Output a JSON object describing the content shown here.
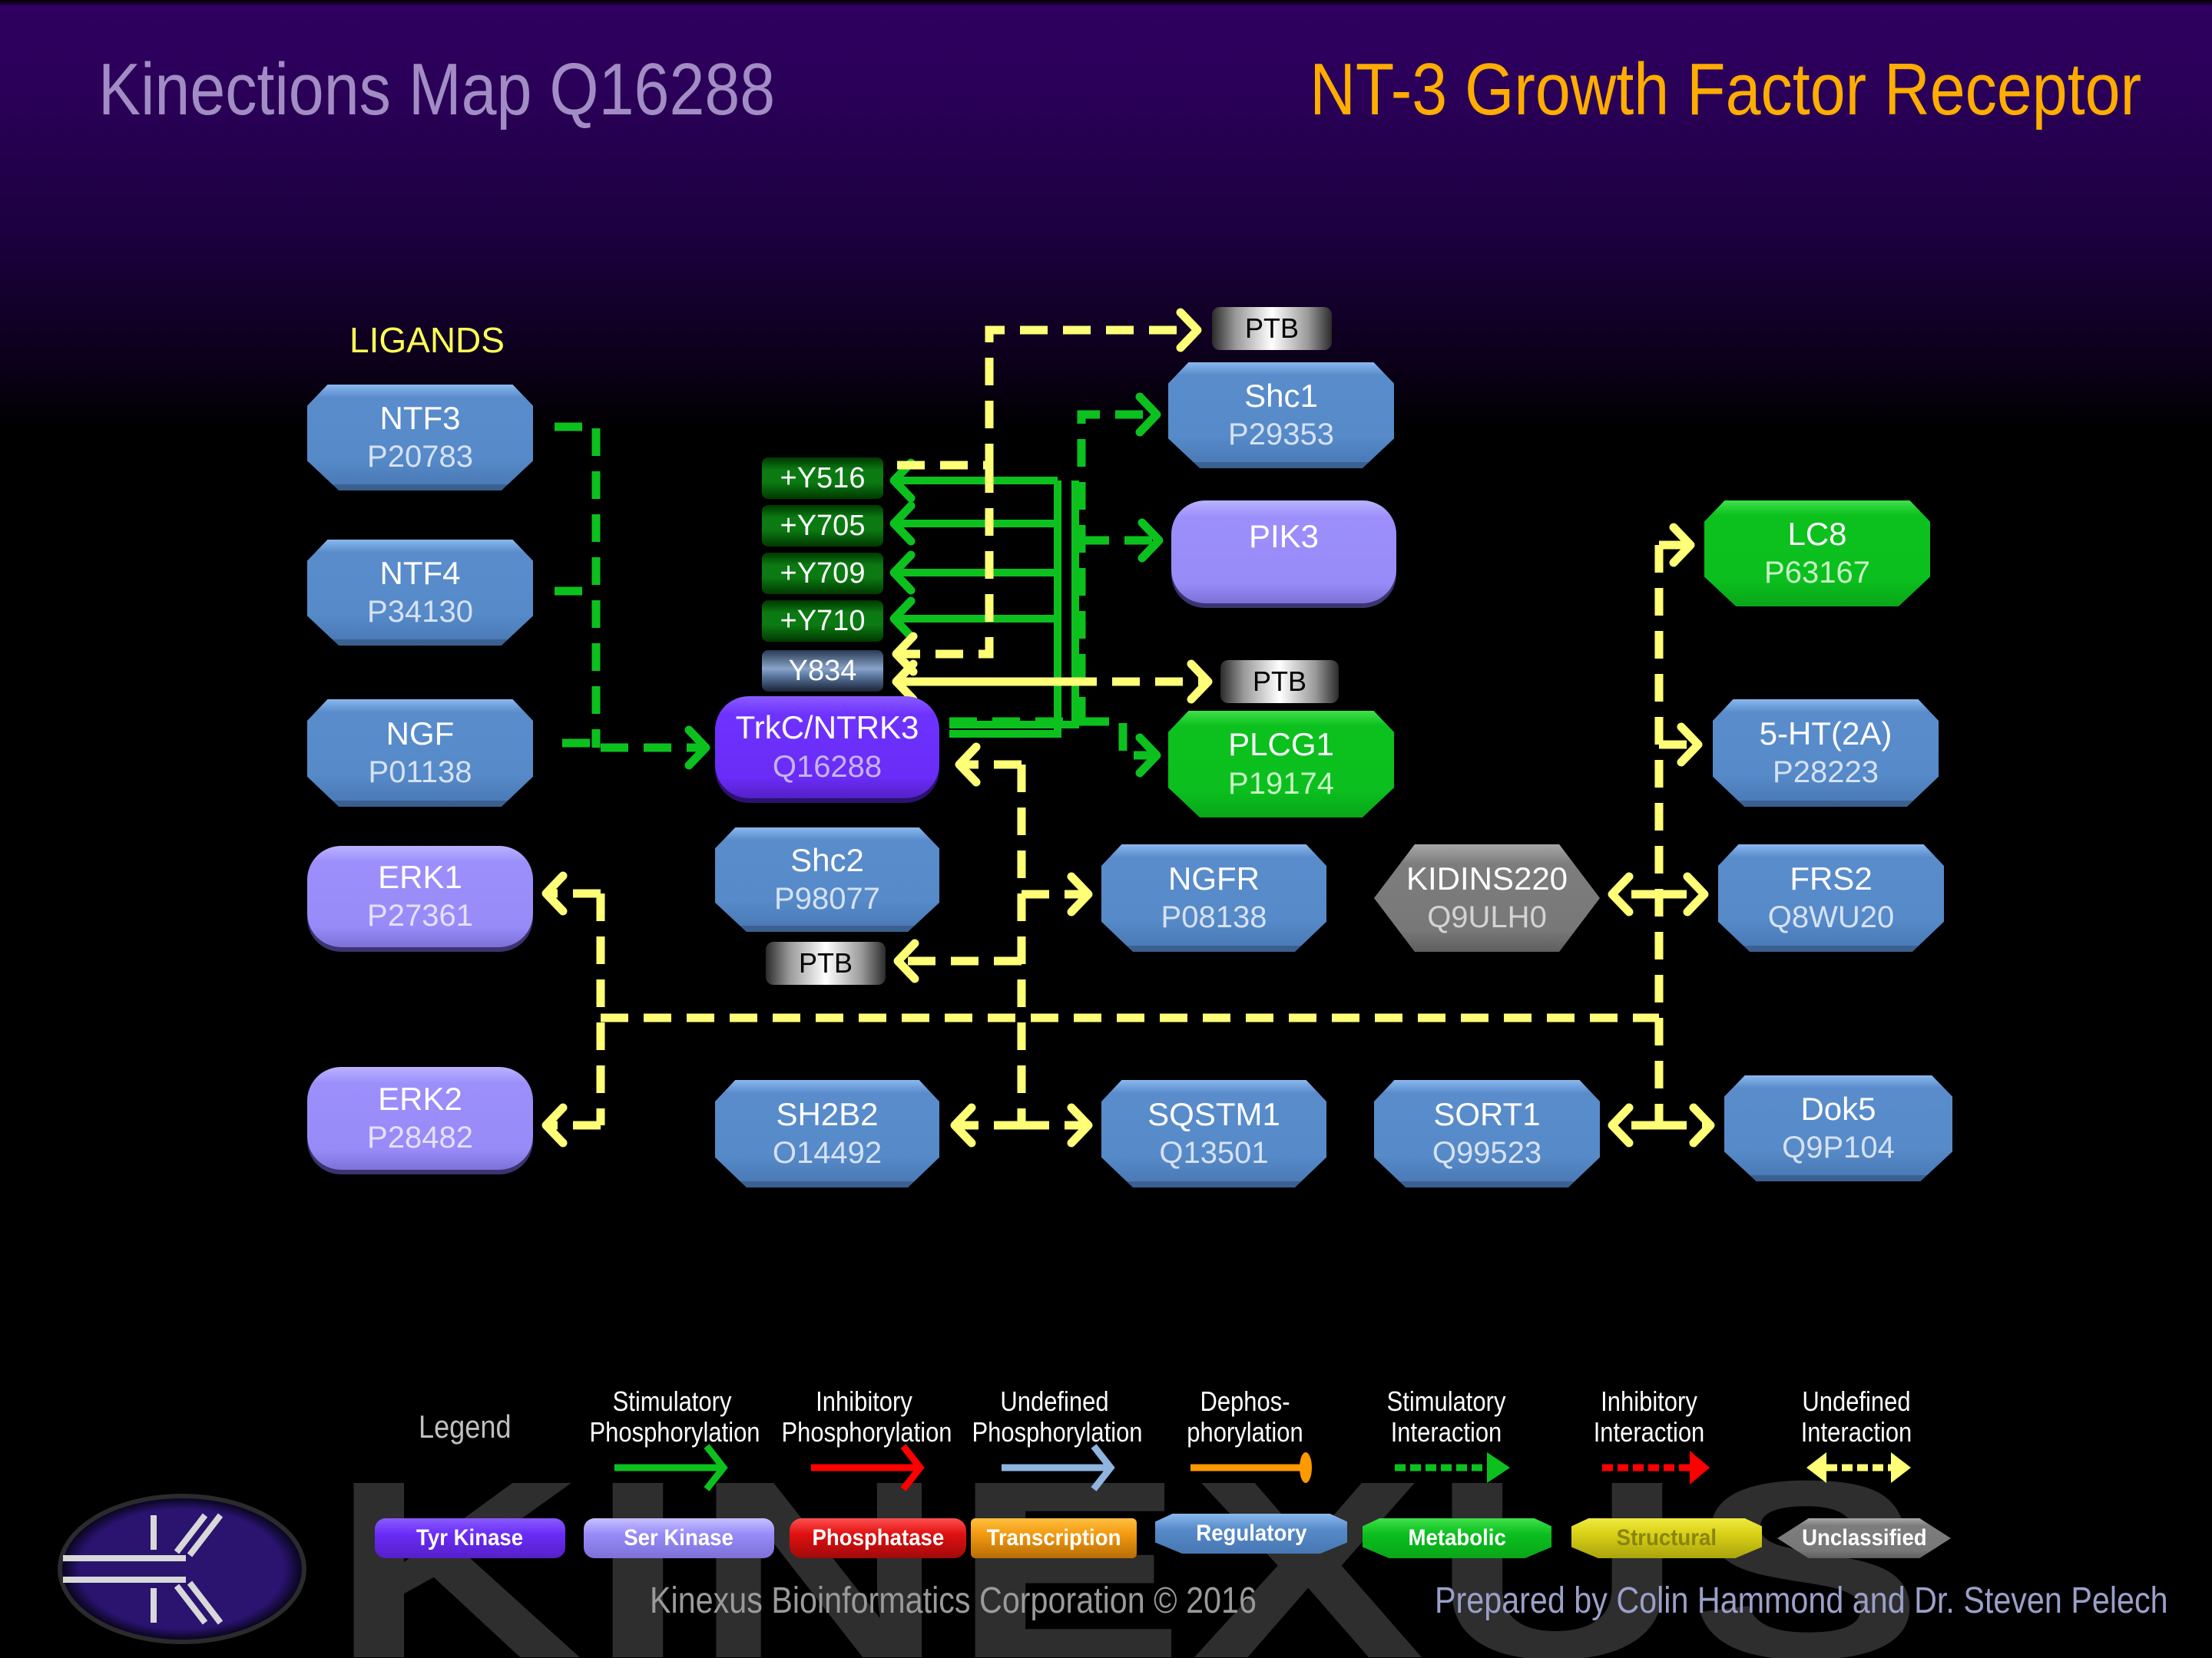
{
  "header": {
    "title": "Kinections Map Q16288",
    "subtitle": "NT-3 Growth Factor Receptor"
  },
  "ligands_label": "LIGANDS",
  "colors": {
    "stimulatory": "#0cc11e",
    "inhibitory": "#ff0000",
    "undefined_phos": "#8fb4df",
    "dephos": "#ff9900",
    "undefined_interaction": "#ffff77",
    "title_left": "#a28cc4",
    "title_right": "#ffad00"
  },
  "nodes": {
    "ntf3": {
      "name": "NTF3",
      "acc": "P20783",
      "category": "Regulatory"
    },
    "ntf4": {
      "name": "NTF4",
      "acc": "P34130",
      "category": "Regulatory"
    },
    "ngf": {
      "name": "NGF",
      "acc": "P01138",
      "category": "Regulatory"
    },
    "erk1": {
      "name": "ERK1",
      "acc": "P27361",
      "category": "Ser Kinase"
    },
    "erk2": {
      "name": "ERK2",
      "acc": "P28482",
      "category": "Ser Kinase"
    },
    "trkc": {
      "name": "TrkC/NTRK3",
      "acc": "Q16288",
      "category": "Tyr Kinase"
    },
    "shc2": {
      "name": "Shc2",
      "acc": "P98077",
      "category": "Regulatory"
    },
    "sh2b2": {
      "name": "SH2B2",
      "acc": "O14492",
      "category": "Regulatory"
    },
    "ngfr": {
      "name": "NGFR",
      "acc": "P08138",
      "category": "Regulatory"
    },
    "sqstm1": {
      "name": "SQSTM1",
      "acc": "Q13501",
      "category": "Regulatory"
    },
    "shc1": {
      "name": "Shc1",
      "acc": "P29353",
      "category": "Regulatory"
    },
    "pik3": {
      "name": "PIK3",
      "acc": "",
      "category": "Ser Kinase"
    },
    "plcg1": {
      "name": "PLCG1",
      "acc": "P19174",
      "category": "Metabolic"
    },
    "lc8": {
      "name": "LC8",
      "acc": "P63167",
      "category": "Metabolic"
    },
    "ht2a": {
      "name": "5-HT(2A)",
      "acc": "P28223",
      "category": "Regulatory"
    },
    "frs2": {
      "name": "FRS2",
      "acc": "Q8WU20",
      "category": "Regulatory"
    },
    "kidins220": {
      "name": "KIDINS220",
      "acc": "Q9ULH0",
      "category": "Unclassified"
    },
    "sort1": {
      "name": "SORT1",
      "acc": "Q99523",
      "category": "Regulatory"
    },
    "dok5": {
      "name": "Dok5",
      "acc": "Q9P104",
      "category": "Regulatory"
    }
  },
  "sites": [
    {
      "label": "+Y516",
      "phosphorylated": true
    },
    {
      "label": "+Y705",
      "phosphorylated": true
    },
    {
      "label": "+Y709",
      "phosphorylated": true
    },
    {
      "label": "+Y710",
      "phosphorylated": true
    },
    {
      "label": "Y834",
      "phosphorylated": false
    }
  ],
  "domains": {
    "ptb_top": "PTB",
    "ptb_mid": "PTB",
    "ptb_shc2": "PTB"
  },
  "legend": {
    "title": "Legend",
    "arrows": [
      {
        "label": "Stimulatory\nPhosphorylation",
        "line1": "Stimulatory",
        "line2": "Phosphorylation"
      },
      {
        "label": "Inhibitory\nPhosphorylation",
        "line1": "Inhibitory",
        "line2": "Phosphorylation"
      },
      {
        "label": "Undefined\nPhosphorylation",
        "line1": "Undefined",
        "line2": "Phosphorylation"
      },
      {
        "label": "Dephos-\nphorylation",
        "line1": "Dephos-",
        "line2": "phorylation"
      },
      {
        "label": "Stimulatory\nInteraction",
        "line1": "Stimulatory",
        "line2": "Interaction"
      },
      {
        "label": "Inhibitory\nInteraction",
        "line1": "Inhibitory",
        "line2": "Interaction"
      },
      {
        "label": "Undefined\nInteraction",
        "line1": "Undefined",
        "line2": "Interaction"
      }
    ],
    "categories": [
      {
        "label": "Tyr Kinase",
        "color": "#6a2cf6"
      },
      {
        "label": "Ser Kinase",
        "color": "#978bf8"
      },
      {
        "label": "Phosphatase",
        "color": "#e01010"
      },
      {
        "label": "Transcription",
        "color": "#f29a10"
      },
      {
        "label": "Regulatory",
        "color": "#568ac8"
      },
      {
        "label": "Metabolic",
        "color": "#0bbf1e"
      },
      {
        "label": "Structural",
        "color": "#d8d015"
      },
      {
        "label": "Unclassified",
        "color": "#8a8a8a"
      }
    ]
  },
  "watermark": "KINEXUS",
  "footer": {
    "copyright": "Kinexus Bioinformatics Corporation © 2016",
    "credits": "Prepared by Colin Hammond and Dr. Steven Pelech"
  }
}
